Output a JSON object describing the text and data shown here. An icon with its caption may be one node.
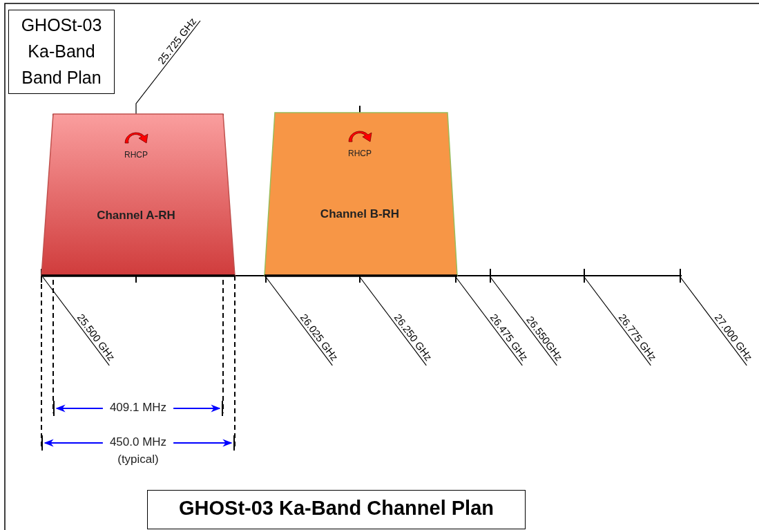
{
  "diagram": {
    "title": "GHOSt-03 Ka-Band Band Plan",
    "caption": "GHOSt-03 Ka-Band Channel Plan",
    "nodes": [
      {
        "text": [
          "RHCP",
          "Channel A-RH"
        ]
      },
      {
        "text": [
          "RHCP",
          "Channel B-RH"
        ]
      }
    ],
    "labels": [
      "25.725 GHz",
      "25.500 GHz",
      "26.025 GHz",
      "26.250 GHz",
      "26.475 GHz",
      "26.550GHz",
      "26.775 GHz",
      "27.000 GHz",
      "409.1 MHz",
      "450.0 MHz",
      "(typical)"
    ]
  }
}
